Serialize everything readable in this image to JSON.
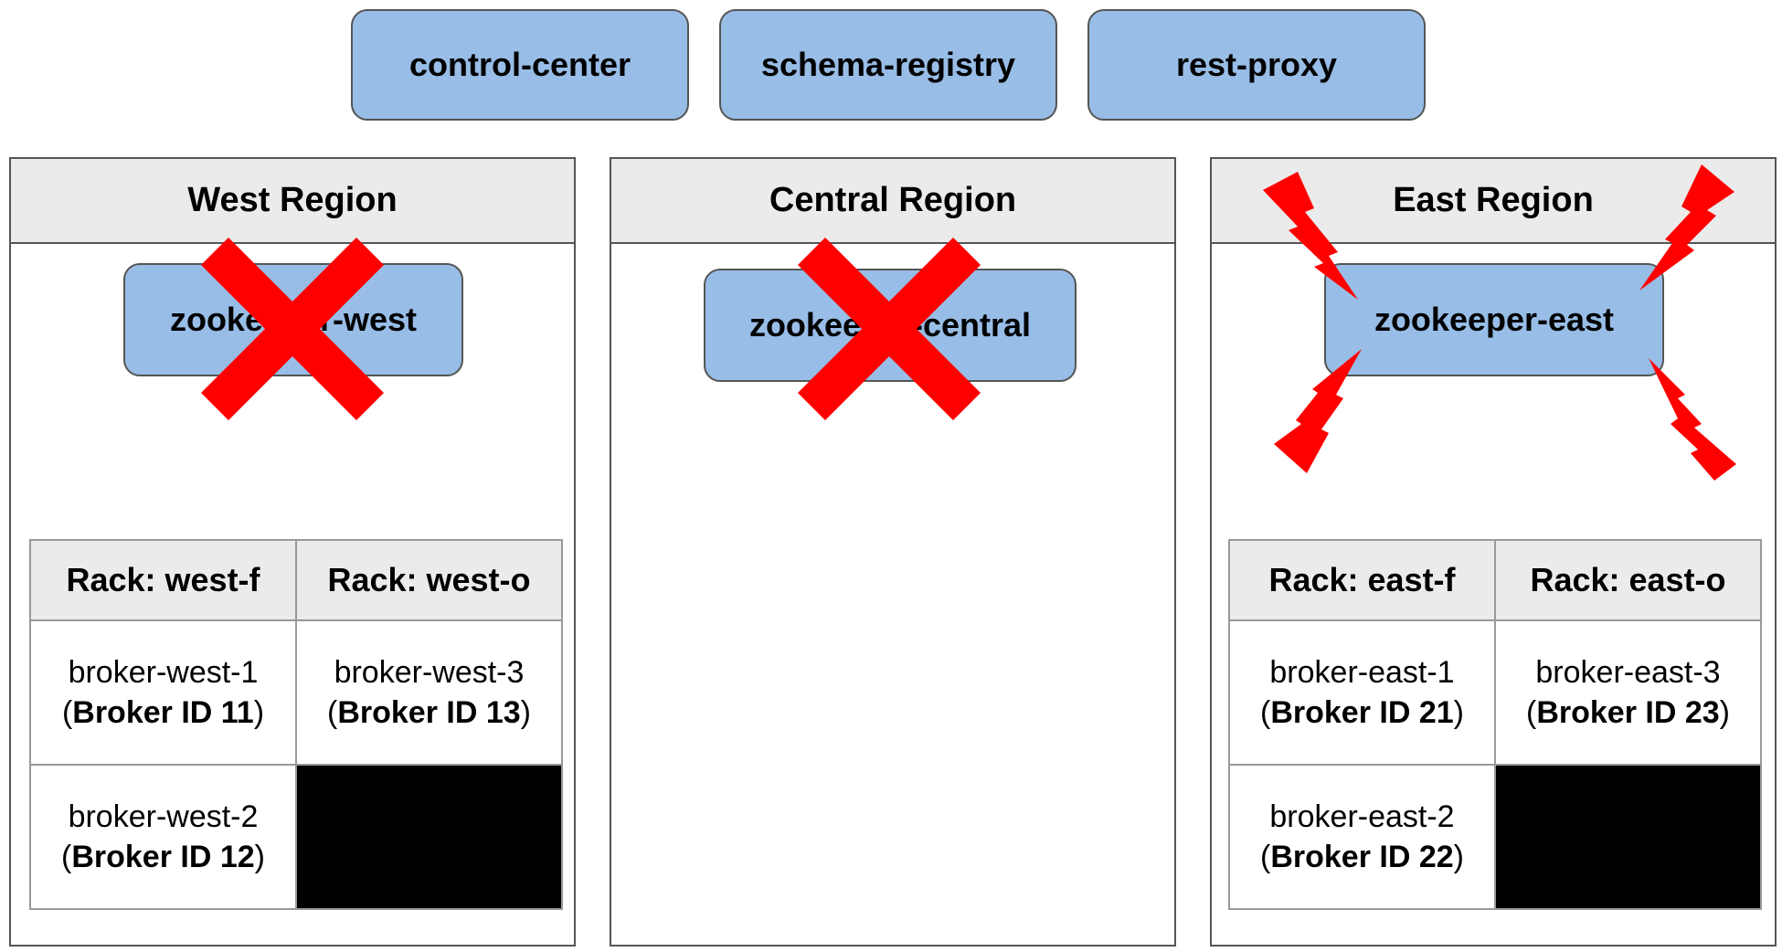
{
  "services": [
    {
      "label": "control-center"
    },
    {
      "label": "schema-registry"
    },
    {
      "label": "rest-proxy"
    }
  ],
  "regions": {
    "west": {
      "title": "West Region",
      "zookeeper": "zookeeper-west",
      "zookeeper_failed": true,
      "racks": [
        "Rack: west-f",
        "Rack: west-o"
      ],
      "brokers": {
        "b1": {
          "name": "broker-west-1",
          "id": "Broker ID 11"
        },
        "b2": {
          "name": "broker-west-2",
          "id": "Broker ID 12"
        },
        "b3": {
          "name": "broker-west-3",
          "id": "Broker ID 13"
        }
      }
    },
    "central": {
      "title": "Central Region",
      "zookeeper": "zookeeper-central",
      "zookeeper_failed": true
    },
    "east": {
      "title": "East Region",
      "zookeeper": "zookeeper-east",
      "zookeeper_failed": false,
      "racks": [
        "Rack: east-f",
        "Rack: east-o"
      ],
      "brokers": {
        "b1": {
          "name": "broker-east-1",
          "id": "Broker ID 21"
        },
        "b2": {
          "name": "broker-east-2",
          "id": "Broker ID 22"
        },
        "b3": {
          "name": "broker-east-3",
          "id": "Broker ID 23"
        }
      }
    }
  },
  "colors": {
    "service_fill": "#98bde6",
    "header_fill": "#ebebeb",
    "failure_mark": "#ff0000",
    "empty_slot": "#000000"
  },
  "icons": {
    "failure": "x-mark-icon",
    "network_issue": "lightning-bolt-icon"
  }
}
